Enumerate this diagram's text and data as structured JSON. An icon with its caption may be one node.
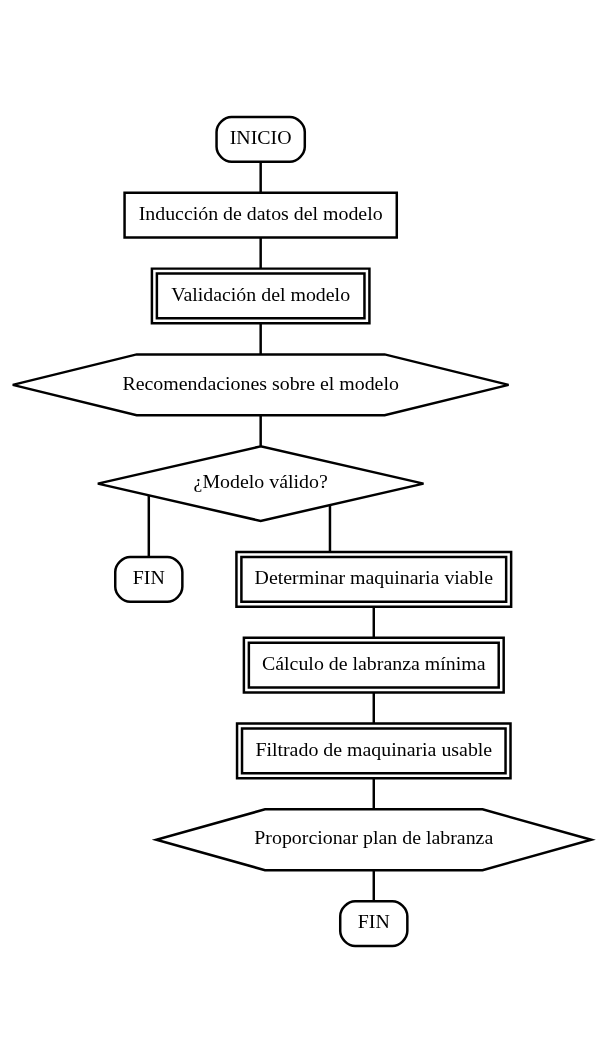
{
  "diagram": {
    "nodes": [
      {
        "text": [
          "INICIO"
        ]
      },
      {
        "text": [
          "Inducción de datos del modelo"
        ]
      },
      {
        "text": [
          "Validación del modelo"
        ]
      },
      {
        "text": [
          "Recomendaciones sobre el modelo"
        ]
      },
      {
        "text": [
          "¿Modelo válido?"
        ]
      },
      {
        "text": [
          "FIN"
        ]
      },
      {
        "text": [
          "Determinar maquinaria viable"
        ]
      },
      {
        "text": [
          "Cálculo de labranza mínima"
        ]
      },
      {
        "text": [
          "Filtrado de maquinaria usable"
        ]
      },
      {
        "text": [
          "Proporcionar plan de labranza"
        ]
      },
      {
        "text": [
          "FIN"
        ]
      }
    ],
    "edges": [
      {
        "from": 0,
        "to": 1,
        "arrow": "none"
      },
      {
        "from": 1,
        "to": 2,
        "arrow": "none"
      },
      {
        "from": 2,
        "to": 3,
        "arrow": "none"
      },
      {
        "from": 3,
        "to": 4,
        "arrow": "none"
      },
      {
        "from": 4,
        "to": 5,
        "arrow": "none"
      },
      {
        "from": 4,
        "to": 6,
        "arrow": "none"
      },
      {
        "from": 6,
        "to": 7,
        "arrow": "none"
      },
      {
        "from": 7,
        "to": 8,
        "arrow": "none"
      },
      {
        "from": 8,
        "to": 9,
        "arrow": "none"
      },
      {
        "from": 9,
        "to": 10,
        "arrow": "none"
      }
    ]
  }
}
